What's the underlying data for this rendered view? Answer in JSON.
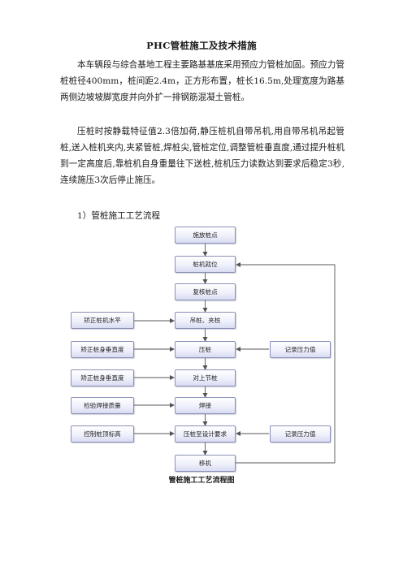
{
  "document": {
    "title": "PHC管桩施工及技术措施",
    "paragraphs": [
      "本车辆段与综合基地工程主要路基基底采用预应力管桩加固。预应力管桩桩径400mm，桩间距2.4m，正方形布置，桩长16.5m,处理宽度为路基两侧边坡坡脚宽度并向外扩一排钢筋混凝土管桩。",
      "压桩时按静载特征值2.3倍加荷,静压桩机自带吊机,用自带吊机吊起管桩,送入桩机夹内,夹紧管桩,焊桩尖,管桩定位,调整管桩垂直度,通过提升桩机到一定高度后,靠桩机自身重量往下送桩,桩机压力读数达到要求后稳定3秒,连续施压3次后停止施压。"
    ],
    "section_heading": "1）管桩施工工艺流程",
    "figure_caption": "管桩施工工艺流程图"
  },
  "flowchart": {
    "main_steps": [
      "施放桩点",
      "桩机就位",
      "复核桩点",
      "吊桩、夹桩",
      "压桩",
      "对上节桩",
      "焊接",
      "压桩至设计要求",
      "移机"
    ],
    "left_steps": [
      "矫正桩机水平",
      "矫正桩身垂直度",
      "矫正桩身垂直度",
      "检验焊接质量",
      "控制桩顶标高"
    ],
    "right_steps": [
      "记录压力值",
      "记录压力值"
    ],
    "colors": {
      "box_border": "#8a8fb8",
      "box_fill_top": "#ffffff",
      "box_fill_bottom": "#d9dcf2",
      "arrow": "#555555"
    }
  }
}
